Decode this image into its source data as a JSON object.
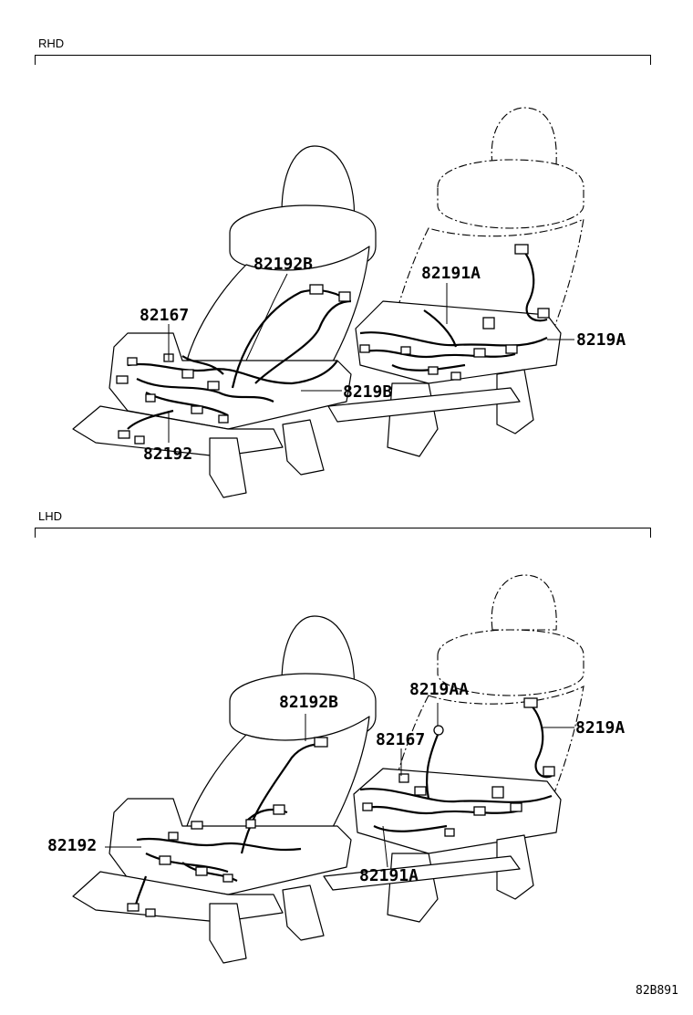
{
  "sections": [
    {
      "label": "RHD",
      "callouts": [
        {
          "text": "82192B"
        },
        {
          "text": "82191A"
        },
        {
          "text": "82167"
        },
        {
          "text": "8219A"
        },
        {
          "text": "8219B"
        },
        {
          "text": "82192"
        }
      ]
    },
    {
      "label": "LHD",
      "callouts": [
        {
          "text": "8219AA"
        },
        {
          "text": "82192B"
        },
        {
          "text": "82167"
        },
        {
          "text": "8219A"
        },
        {
          "text": "82192"
        },
        {
          "text": "82191A"
        }
      ]
    }
  ],
  "figure_code": "82B891"
}
